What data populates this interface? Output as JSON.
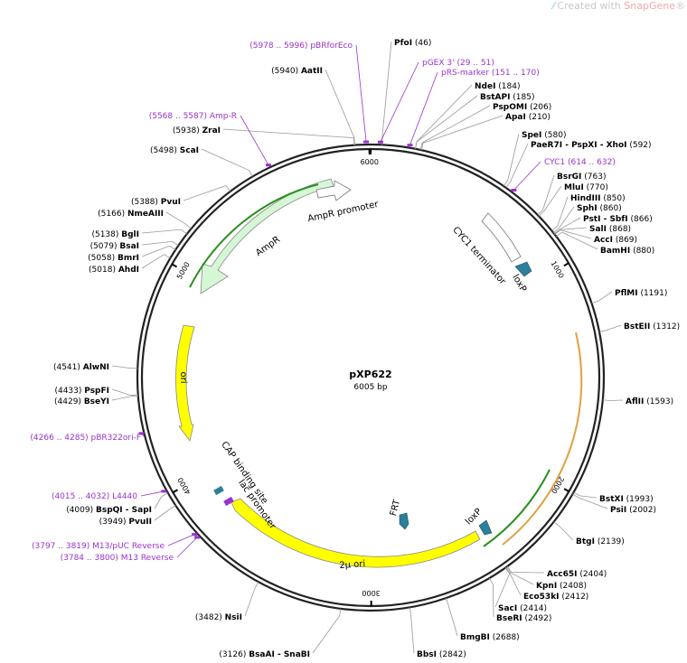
{
  "watermark": {
    "prefix": "Created with ",
    "brand": "SnapGene",
    "reg": "®"
  },
  "plasmid": {
    "name": "pXP622",
    "size_label": "6005 bp",
    "length": 6005
  },
  "colors": {
    "backbone": "#222222",
    "enzyme_line": "#999999",
    "primer": "#9933cc",
    "ampr": "#d6f7d6",
    "ori": "#ffff00",
    "terminator": "#ffffff",
    "loxp": "#2b7f9a",
    "orf_green": "#2a8f1f",
    "orf_orange": "#e0a040"
  },
  "ticks": [
    {
      "pos": 0,
      "label": ""
    },
    {
      "pos": 1000,
      "label": "1000"
    },
    {
      "pos": 2000,
      "label": "2000"
    },
    {
      "pos": 3000,
      "label": "3000"
    },
    {
      "pos": 4000,
      "label": "4000"
    },
    {
      "pos": 5000,
      "label": "5000"
    },
    {
      "pos": 6000,
      "label": "6000"
    }
  ],
  "enzymes": [
    {
      "pos": "(46)",
      "name": "PfoI",
      "loc": 46,
      "side": "r"
    },
    {
      "pos": "(184)",
      "name": "NdeI",
      "loc": 184,
      "side": "r"
    },
    {
      "pos": "(185)",
      "name": "BstAPI",
      "loc": 185,
      "side": "r"
    },
    {
      "pos": "(206)",
      "name": "PspOMI",
      "loc": 206,
      "side": "r"
    },
    {
      "pos": "(210)",
      "name": "ApaI",
      "loc": 210,
      "side": "r"
    },
    {
      "pos": "(580)",
      "name": "SpeI",
      "loc": 580,
      "side": "r"
    },
    {
      "pos": "(592)",
      "name": "PaeR7I - PspXI - XhoI",
      "loc": 592,
      "side": "r"
    },
    {
      "pos": "(763)",
      "name": "BsrGI",
      "loc": 763,
      "side": "r"
    },
    {
      "pos": "(770)",
      "name": "MluI",
      "loc": 770,
      "side": "r"
    },
    {
      "pos": "(850)",
      "name": "HindIII",
      "loc": 850,
      "side": "r"
    },
    {
      "pos": "(860)",
      "name": "SphI",
      "loc": 860,
      "side": "r"
    },
    {
      "pos": "(866)",
      "name": "PstI - SbfI",
      "loc": 866,
      "side": "r"
    },
    {
      "pos": "(868)",
      "name": "SalI",
      "loc": 868,
      "side": "r"
    },
    {
      "pos": "(869)",
      "name": "AccI",
      "loc": 869,
      "side": "r"
    },
    {
      "pos": "(880)",
      "name": "BamHI",
      "loc": 880,
      "side": "r"
    },
    {
      "pos": "(1191)",
      "name": "PflMI",
      "loc": 1191,
      "side": "r"
    },
    {
      "pos": "(1312)",
      "name": "BstEII",
      "loc": 1312,
      "side": "r"
    },
    {
      "pos": "(1593)",
      "name": "AflII",
      "loc": 1593,
      "side": "r"
    },
    {
      "pos": "(1993)",
      "name": "BstXI",
      "loc": 1993,
      "side": "r"
    },
    {
      "pos": "(2002)",
      "name": "PsiI",
      "loc": 2002,
      "side": "r"
    },
    {
      "pos": "(2139)",
      "name": "BtgI",
      "loc": 2139,
      "side": "r"
    },
    {
      "pos": "(2404)",
      "name": "Acc65I",
      "loc": 2404,
      "side": "r"
    },
    {
      "pos": "(2408)",
      "name": "KpnI",
      "loc": 2408,
      "side": "r"
    },
    {
      "pos": "(2412)",
      "name": "Eco53kI",
      "loc": 2412,
      "side": "r"
    },
    {
      "pos": "(2414)",
      "name": "SacI",
      "loc": 2414,
      "side": "r"
    },
    {
      "pos": "(2492)",
      "name": "BseRI",
      "loc": 2492,
      "side": "r"
    },
    {
      "pos": "(2688)",
      "name": "BmgBI",
      "loc": 2688,
      "side": "r"
    },
    {
      "pos": "(2842)",
      "name": "BbsI",
      "loc": 2842,
      "side": "r"
    },
    {
      "pos": "(3126)",
      "name": "BsaAI - SnaBI",
      "loc": 3126,
      "side": "l"
    },
    {
      "pos": "(3482)",
      "name": "NsiI",
      "loc": 3482,
      "side": "l"
    },
    {
      "pos": "(3949)",
      "name": "PvuII",
      "loc": 3949,
      "side": "l"
    },
    {
      "pos": "(4009)",
      "name": "BspQI - SapI",
      "loc": 4009,
      "side": "l"
    },
    {
      "pos": "(4429)",
      "name": "BseYI",
      "loc": 4429,
      "side": "l"
    },
    {
      "pos": "(4433)",
      "name": "PspFI",
      "loc": 4433,
      "side": "l"
    },
    {
      "pos": "(4541)",
      "name": "AlwNI",
      "loc": 4541,
      "side": "l"
    },
    {
      "pos": "(5018)",
      "name": "AhdI",
      "loc": 5018,
      "side": "l"
    },
    {
      "pos": "(5058)",
      "name": "BmrI",
      "loc": 5058,
      "side": "l"
    },
    {
      "pos": "(5079)",
      "name": "BsaI",
      "loc": 5079,
      "side": "l"
    },
    {
      "pos": "(5138)",
      "name": "BglI",
      "loc": 5138,
      "side": "l"
    },
    {
      "pos": "(5166)",
      "name": "NmeAIII",
      "loc": 5166,
      "side": "l"
    },
    {
      "pos": "(5388)",
      "name": "PvuI",
      "loc": 5388,
      "side": "l"
    },
    {
      "pos": "(5498)",
      "name": "ScaI",
      "loc": 5498,
      "side": "l"
    },
    {
      "pos": "(5938)",
      "name": "ZraI",
      "loc": 5938,
      "side": "l"
    },
    {
      "pos": "(5940)",
      "name": "AatII",
      "loc": 5940,
      "side": "l"
    }
  ],
  "primers": [
    {
      "text": "(5978 .. 5996)  pBRforEco",
      "loc": 5987
    },
    {
      "text": "pGEX 3'   (29 .. 51)",
      "loc": 40
    },
    {
      "text": "pRS-marker   (151 .. 170)",
      "loc": 160
    },
    {
      "text": "CYC1   (614 .. 632)",
      "loc": 623
    },
    {
      "text": "(5568 .. 5587)  Amp-R",
      "loc": 5577
    },
    {
      "text": "(4266 .. 4285)  pBR322ori-F",
      "loc": 4275
    },
    {
      "text": "(4015 .. 4032)  L4440",
      "loc": 4023
    },
    {
      "text": "(3797 .. 3819)  M13/pUC Reverse",
      "loc": 3808
    },
    {
      "text": "(3784 .. 3800)  M13 Reverse",
      "loc": 3792
    }
  ],
  "features": [
    {
      "name": "AmpR",
      "start": 5700,
      "end": 5000,
      "type": "ampr"
    },
    {
      "name": "AmpR promoter",
      "start": 5900,
      "end": 5800,
      "type": "promoter"
    },
    {
      "name": "ori",
      "start": 4700,
      "end": 4300,
      "type": "ori"
    },
    {
      "name": "2µ ori",
      "start": 3700,
      "end": 2500,
      "type": "ori"
    },
    {
      "name": "CYC1 terminator",
      "start": 400,
      "end": 650,
      "type": "terminator"
    },
    {
      "name": "loxP",
      "start": 650,
      "end": 700,
      "type": "loxp"
    },
    {
      "name": "loxP",
      "start": 2480,
      "end": 2530,
      "type": "loxp"
    },
    {
      "name": "FRT",
      "start": 2800,
      "end": 2850,
      "type": "frt"
    },
    {
      "name": "CAP binding site",
      "start": 3860,
      "end": 3880,
      "type": "small"
    },
    {
      "name": "lac promoter",
      "start": 3820,
      "end": 3850,
      "type": "small"
    }
  ]
}
